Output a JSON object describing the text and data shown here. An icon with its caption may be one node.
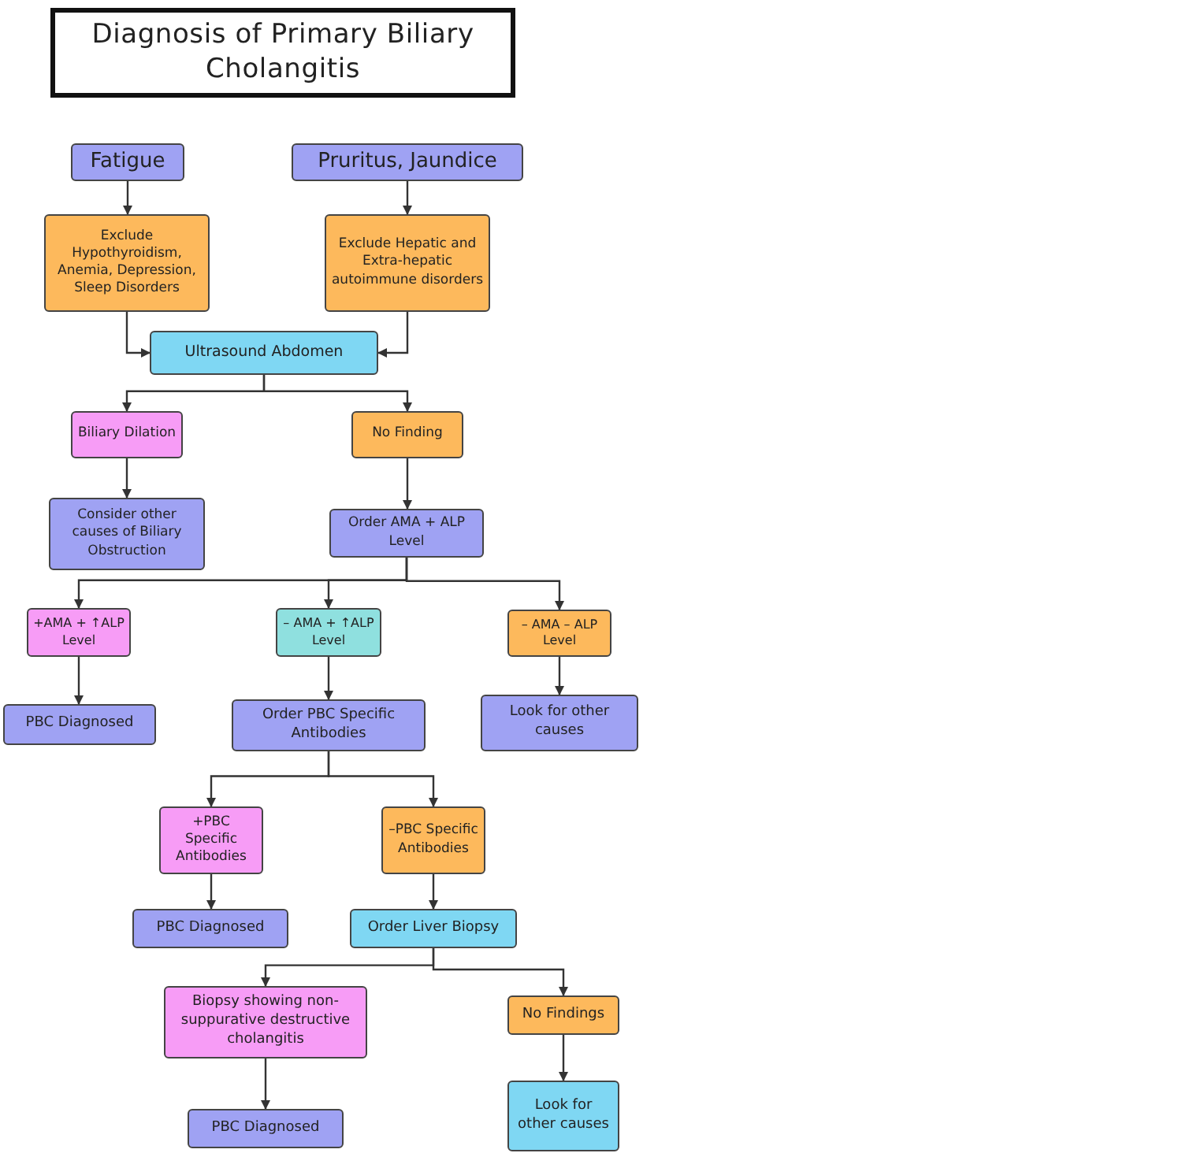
{
  "diagram": {
    "title": "Diagnosis of Primary Biliary Cholangitis",
    "nodes": [
      {
        "text": [
          "Fatigue"
        ]
      },
      {
        "text": [
          "Pruritus, Jaundice"
        ]
      },
      {
        "text": [
          "Exclude Hypothyroidism, Anemia, Depression, Sleep Disorders"
        ]
      },
      {
        "text": [
          "Exclude Hepatic and Extra-hepatic autoimmune disorders"
        ]
      },
      {
        "text": [
          "Ultrasound Abdomen"
        ]
      },
      {
        "text": [
          "Biliary Dilation"
        ]
      },
      {
        "text": [
          "No Finding"
        ]
      },
      {
        "text": [
          "Consider other causes of Biliary Obstruction"
        ]
      },
      {
        "text": [
          "Order AMA + ALP Level"
        ]
      },
      {
        "text": [
          "+AMA + ↑ALP Level"
        ]
      },
      {
        "text": [
          "– AMA + ↑ALP Level"
        ]
      },
      {
        "text": [
          "– AMA – ALP Level"
        ]
      },
      {
        "text": [
          "PBC Diagnosed"
        ]
      },
      {
        "text": [
          "Order PBC Specific Antibodies"
        ]
      },
      {
        "text": [
          "Look for other causes"
        ]
      },
      {
        "text": [
          "+PBC Specific Antibodies"
        ]
      },
      {
        "text": [
          "–PBC Specific Antibodies"
        ]
      },
      {
        "text": [
          "PBC Diagnosed"
        ]
      },
      {
        "text": [
          "Order Liver Biopsy"
        ]
      },
      {
        "text": [
          "Biopsy showing non-suppurative destructive cholangitis"
        ]
      },
      {
        "text": [
          "No Findings"
        ]
      },
      {
        "text": [
          "PBC Diagnosed"
        ]
      },
      {
        "text": [
          "Look for other causes"
        ]
      }
    ],
    "edges": [
      {
        "from": 0,
        "to": 2,
        "arrow": "to"
      },
      {
        "from": 1,
        "to": 3,
        "arrow": "to"
      },
      {
        "from": 2,
        "to": 4,
        "arrow": "to"
      },
      {
        "from": 3,
        "to": 4,
        "arrow": "to"
      },
      {
        "from": 4,
        "to": 5,
        "arrow": "to"
      },
      {
        "from": 4,
        "to": 6,
        "arrow": "to"
      },
      {
        "from": 5,
        "to": 7,
        "arrow": "to"
      },
      {
        "from": 6,
        "to": 8,
        "arrow": "to"
      },
      {
        "from": 8,
        "to": 9,
        "arrow": "to"
      },
      {
        "from": 8,
        "to": 10,
        "arrow": "to"
      },
      {
        "from": 8,
        "to": 11,
        "arrow": "to"
      },
      {
        "from": 9,
        "to": 12,
        "arrow": "to"
      },
      {
        "from": 10,
        "to": 13,
        "arrow": "to"
      },
      {
        "from": 11,
        "to": 14,
        "arrow": "to"
      },
      {
        "from": 13,
        "to": 15,
        "arrow": "to"
      },
      {
        "from": 13,
        "to": 16,
        "arrow": "to"
      },
      {
        "from": 15,
        "to": 17,
        "arrow": "to"
      },
      {
        "from": 16,
        "to": 18,
        "arrow": "to"
      },
      {
        "from": 18,
        "to": 19,
        "arrow": "to"
      },
      {
        "from": 18,
        "to": 20,
        "arrow": "to"
      },
      {
        "from": 19,
        "to": 21,
        "arrow": "to"
      },
      {
        "from": 20,
        "to": 22,
        "arrow": "to"
      }
    ]
  }
}
